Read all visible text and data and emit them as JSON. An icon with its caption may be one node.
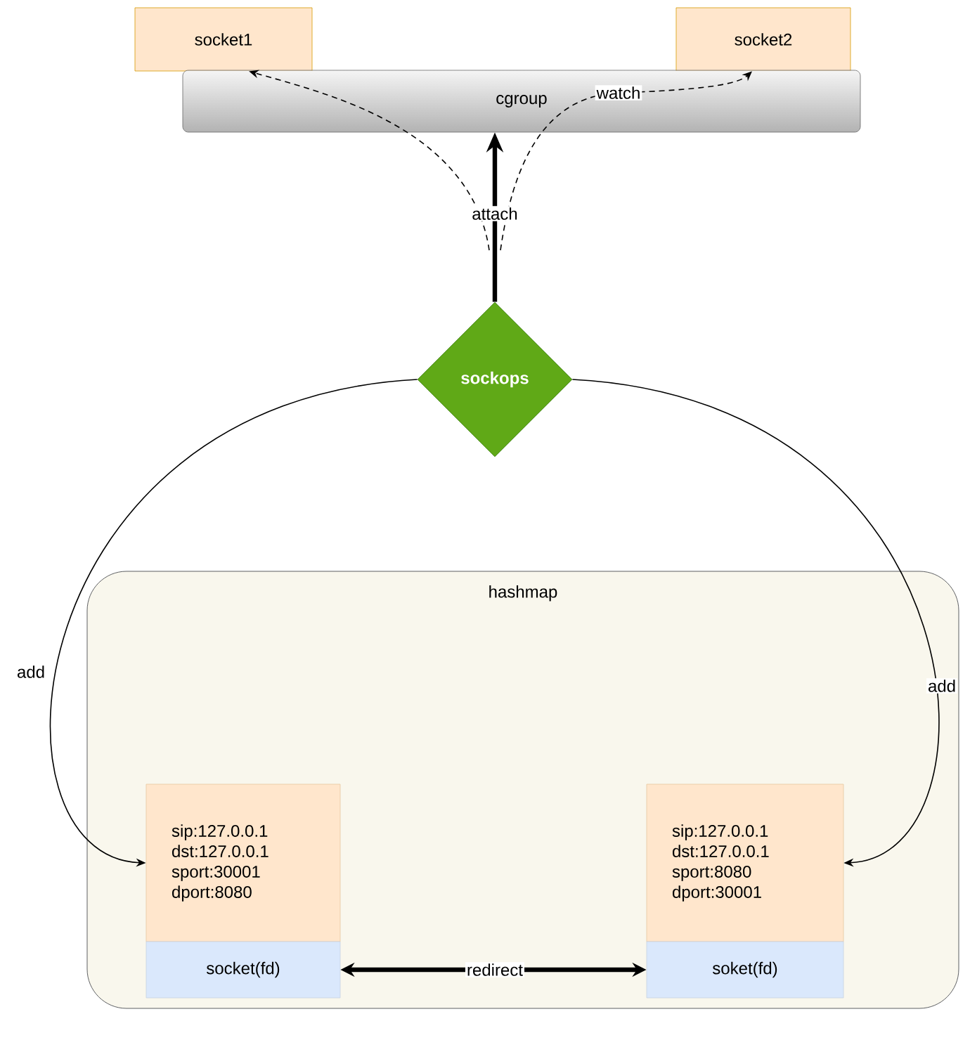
{
  "diagram": {
    "nodes": [
      {
        "text": [
          "socket1"
        ]
      },
      {
        "text": [
          "socket2"
        ]
      },
      {
        "text": [
          "cgroup"
        ]
      },
      {
        "text": [
          "sockops"
        ]
      },
      {
        "text": [
          "hashmap"
        ]
      },
      {
        "text": [
          "sip:127.0.0.1",
          "dst:127.0.0.1",
          "sport:30001",
          "dport:8080"
        ],
        "in": 4
      },
      {
        "text": [
          "socket(fd)"
        ],
        "in": 4
      },
      {
        "text": [
          "sip:127.0.0.1",
          "dst:127.0.0.1",
          "sport:8080",
          "dport:30001"
        ],
        "in": 4
      },
      {
        "text": [
          "soket(fd)"
        ],
        "in": 4
      }
    ],
    "edges": [
      {
        "from": 3,
        "to": 2,
        "arrow": "to",
        "label": "attach",
        "style": "thick"
      },
      {
        "from": null,
        "to": 0,
        "arrow": "to",
        "style": "dashed"
      },
      {
        "from": null,
        "to": 1,
        "arrow": "to",
        "label": "watch",
        "style": "dashed"
      },
      {
        "from": 3,
        "to": 5,
        "arrow": "to",
        "label": "add"
      },
      {
        "from": 3,
        "to": 7,
        "arrow": "to",
        "label": "add"
      },
      {
        "from": 6,
        "to": 8,
        "arrow": "both",
        "label": "redirect",
        "style": "thick"
      }
    ]
  }
}
